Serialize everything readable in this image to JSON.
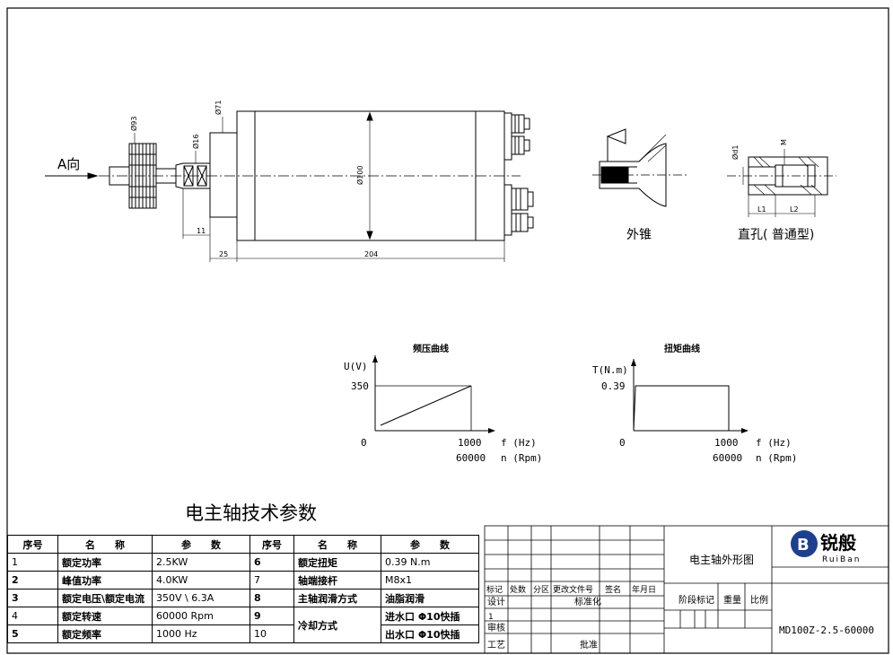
{
  "drawing": {
    "direction_label": "A向",
    "dims": {
      "d93": "Ø93",
      "d71": "Ø71",
      "d16": "Ø16",
      "d100": "Ø100",
      "d11": "11",
      "l25": "25",
      "l204": "204",
      "d1": "Ød1",
      "m": "M",
      "l1": "L1",
      "l2": "L2"
    },
    "outer_cone_label": "外锥",
    "straight_hole_label": "直孔( 普通型)"
  },
  "voltage_chart": {
    "title": "频压曲线",
    "ylabel": "U(V)",
    "y_tick": "350",
    "origin": "0",
    "x_tick": "1000",
    "x_tick2": "60000",
    "xlabel": "f (Hz)",
    "xlabel2": "n (Rpm)"
  },
  "torque_chart": {
    "title": "扭矩曲线",
    "ylabel": "T(N.m)",
    "y_tick": "0.39",
    "origin": "0",
    "x_tick": "1000",
    "x_tick2": "60000",
    "xlabel": "f (Hz)",
    "xlabel2": "n (Rpm)"
  },
  "chart_data": [
    {
      "type": "line",
      "title": "频压曲线",
      "xlabel": "f (Hz)",
      "ylabel": "U(V)",
      "x": [
        0,
        1000
      ],
      "y": [
        0,
        350
      ],
      "xlim": [
        0,
        1000
      ],
      "ylim": [
        0,
        350
      ]
    },
    {
      "type": "line",
      "title": "扭矩曲线",
      "xlabel": "f (Hz)",
      "ylabel": "T(N.m)",
      "x": [
        0,
        20,
        1000,
        1000
      ],
      "y": [
        0,
        0.39,
        0.39,
        0
      ],
      "xlim": [
        0,
        1000
      ],
      "ylim": [
        0,
        0.39
      ]
    }
  ],
  "spec_title": "电主轴技术参数",
  "spec_table": {
    "headers": [
      "序号",
      "名　　称",
      "参　　数",
      "序号",
      "名　　称",
      "参　　数"
    ],
    "rows": [
      [
        "1",
        "额定功率",
        "2.5KW",
        "6",
        "额定扭矩",
        "0.39 N.m"
      ],
      [
        "2",
        "峰值功率",
        "4.0KW",
        "7",
        "轴端接杆",
        "M8x1"
      ],
      [
        "3",
        "额定电压\\额定电流",
        "350V \\ 6.3A",
        "8",
        "主轴润滑方式",
        "油脂润滑"
      ],
      [
        "4",
        "额定转速",
        "60000 Rpm",
        "9",
        "冷却方式",
        "进水口 Φ10快插"
      ],
      [
        "5",
        "额定频率",
        "1000 Hz",
        "10",
        "",
        "出水口 Φ10快插"
      ]
    ]
  },
  "title_block": {
    "rev_headers": [
      "标记",
      "处数",
      "分区",
      "更改文件号",
      "签名",
      "年月日"
    ],
    "design": "设计",
    "standard": "标准化",
    "check": "审核",
    "process": "工艺",
    "approve": "批准",
    "one": "1",
    "drawing_name": "电主轴外形图",
    "stage": "阶段标记",
    "weight": "重量",
    "scale": "比例",
    "model": "MD100Z-2.5-60000",
    "brand": "锐般",
    "brand_en": "RuiBan"
  }
}
